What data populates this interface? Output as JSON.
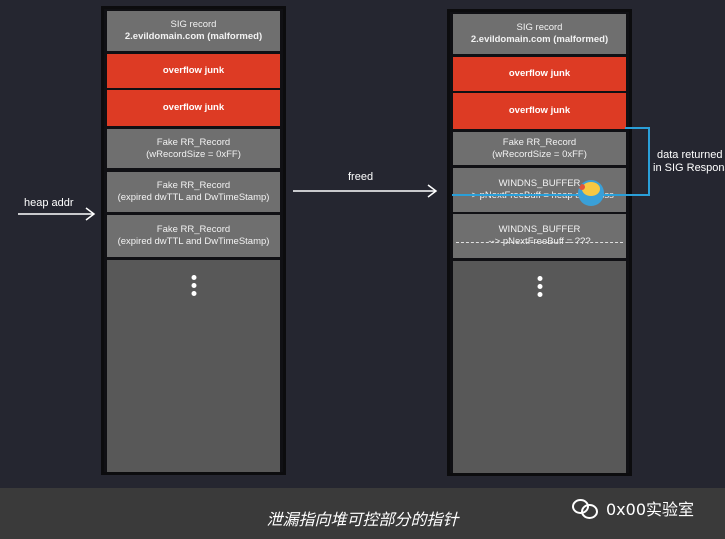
{
  "left_column": {
    "blocks": [
      {
        "line1": "SIG record",
        "line2": "2.evildomain.com (malformed)"
      },
      {
        "line1": "overflow junk",
        "line2": ""
      },
      {
        "line1": "overflow junk",
        "line2": ""
      },
      {
        "line1": "Fake RR_Record",
        "line2": "(wRecordSize = 0xFF)"
      },
      {
        "line1": "Fake RR_Record",
        "line2": "(expired dwTTL and DwTimeStamp)"
      },
      {
        "line1": "Fake RR_Record",
        "line2": "(expired dwTTL and DwTimeStamp)"
      }
    ]
  },
  "right_column": {
    "blocks": [
      {
        "line1": "SIG record",
        "line2": "2.evildomain.com (malformed)"
      },
      {
        "line1": "overflow junk",
        "line2": ""
      },
      {
        "line1": "overflow junk",
        "line2": ""
      },
      {
        "line1": "Fake RR_Record",
        "line2": "(wRecordSize = 0xFF)"
      },
      {
        "line1": "WINDNS_BUFFER",
        "line2": "--> pNextFreeBuff = heap addresss"
      },
      {
        "line1": "WINDNS_BUFFER",
        "line2": "--> pNextFreeBuff = ???"
      }
    ]
  },
  "labels": {
    "heap_addr": "heap addr",
    "freed": "freed",
    "data_returned_1": "data returned",
    "data_returned_2": "in SIG Respons"
  },
  "caption": "泄漏指向堆可控部分的指针",
  "watermark": "0x00实验室",
  "colors": {
    "background": "#252630",
    "column": "#101014",
    "block_gray": "#6f6f6f",
    "block_red": "#dd3b24",
    "highlight_blue": "#2a9fd8",
    "caption_bar": "#3a3a3a"
  }
}
